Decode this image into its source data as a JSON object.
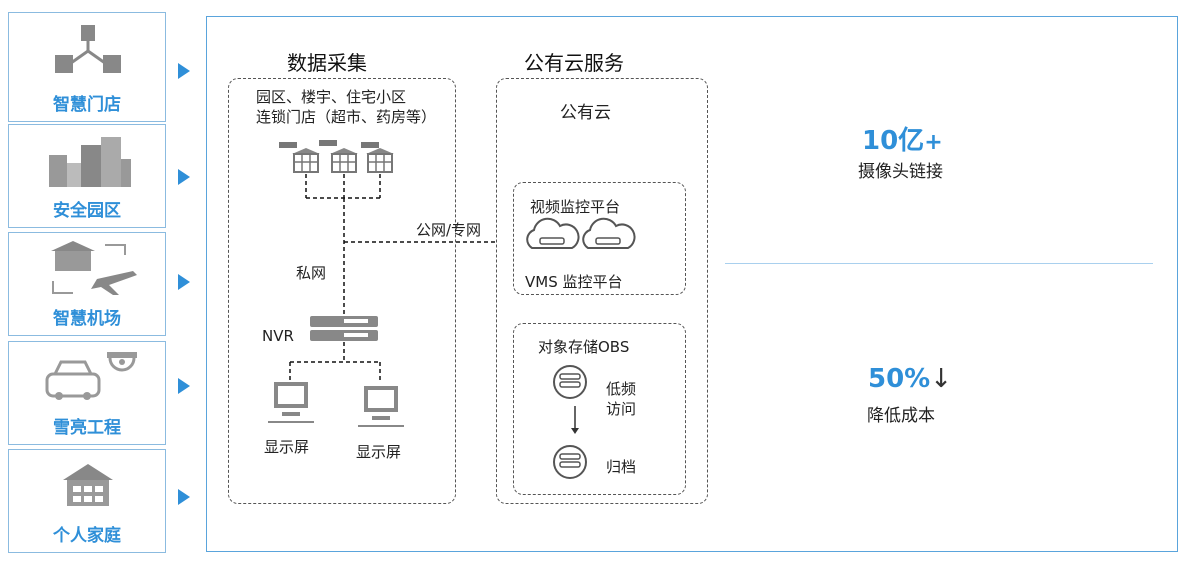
{
  "scenarios": [
    {
      "label": "智慧门店",
      "icon": "store-network-icon"
    },
    {
      "label": "安全园区",
      "icon": "city-buildings-icon"
    },
    {
      "label": "智慧机场",
      "icon": "airport-plane-icon"
    },
    {
      "label": "雪亮工程",
      "icon": "car-camera-icon"
    },
    {
      "label": "个人家庭",
      "icon": "house-icon"
    }
  ],
  "collect": {
    "title": "数据采集",
    "sites_line1": "园区、楼宇、住宅小区",
    "sites_line2": "连锁门店（超市、药房等）",
    "private_net": "私网",
    "nvr": "NVR",
    "display1": "显示屏",
    "display2": "显示屏"
  },
  "link_label": "公网/专网",
  "cloud": {
    "title": "公有云服务",
    "public_cloud": "公有云",
    "vsp_title": "视频监控平台",
    "vms": "VMS 监控平台",
    "obs_title": "对象存储OBS",
    "low_freq_1": "低频",
    "low_freq_2": "访问",
    "archive": "归档"
  },
  "stats": [
    {
      "value": "10亿",
      "suffix": "+",
      "desc": "摄像头链接"
    },
    {
      "value": "50%",
      "suffix": "↓",
      "desc": "降低成本"
    }
  ],
  "colors": {
    "accent": "#2f8fd8",
    "border": "#5aa4dc"
  }
}
